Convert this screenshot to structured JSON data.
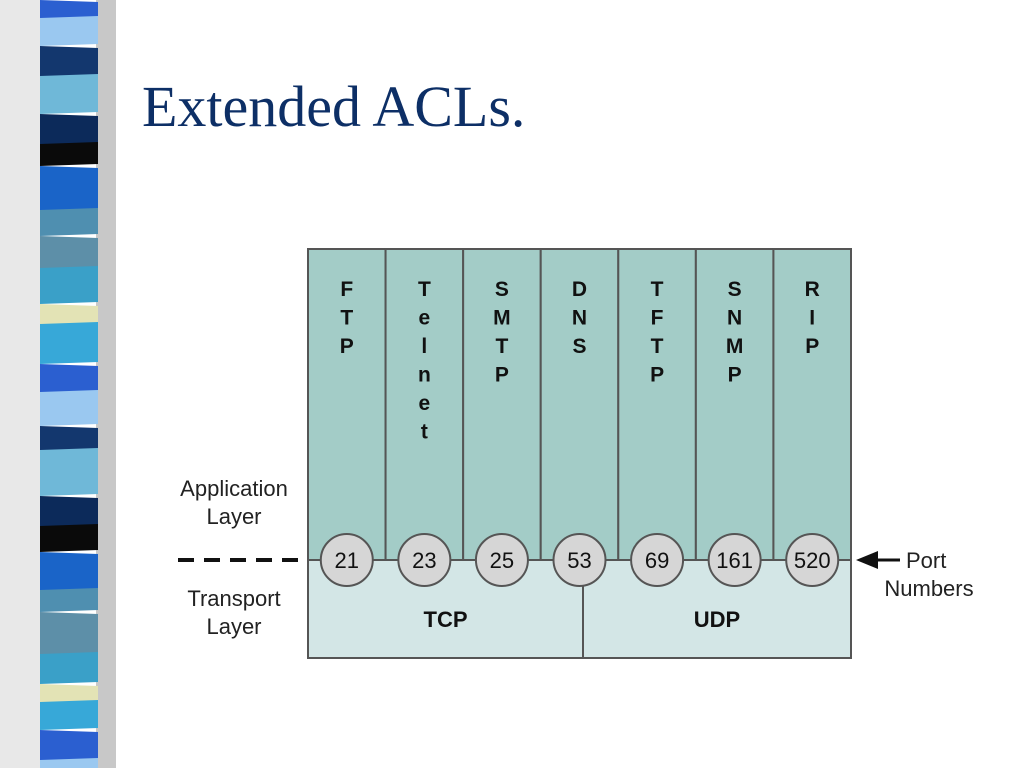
{
  "slide": {
    "title": "Extended ACLs.",
    "stripe_colors": [
      "#3aa0c8",
      "#13376e",
      "#4f8fb0",
      "#2b5fd0",
      "#0a0a0a",
      "#e3e3b5",
      "#6fb8d8",
      "#5d8fa8",
      "#9ac8f0",
      "#1a64c8",
      "#37a8d8",
      "#0c2a5a"
    ]
  },
  "diagram": {
    "colors": {
      "application": "#a3ccc7",
      "transport": "#d3e6e6",
      "port_circle": "#d6d6d6",
      "border": "#555555"
    },
    "protocols": [
      {
        "letters": [
          "F",
          "T",
          "P"
        ],
        "port": "21"
      },
      {
        "letters": [
          "T",
          "e",
          "l",
          "n",
          "e",
          "t"
        ],
        "port": "23"
      },
      {
        "letters": [
          "S",
          "M",
          "T",
          "P"
        ],
        "port": "25"
      },
      {
        "letters": [
          "D",
          "N",
          "S"
        ],
        "port": "53"
      },
      {
        "letters": [
          "T",
          "F",
          "T",
          "P"
        ],
        "port": "69"
      },
      {
        "letters": [
          "S",
          "N",
          "M",
          "P"
        ],
        "port": "161"
      },
      {
        "letters": [
          "R",
          "I",
          "P"
        ],
        "port": "520"
      }
    ],
    "application_label": [
      "Application",
      "Layer"
    ],
    "transport_label_side": [
      "Transport",
      "Layer"
    ],
    "port_label": [
      "Port",
      "Numbers"
    ],
    "transport_protocols": [
      "TCP",
      "UDP"
    ]
  }
}
